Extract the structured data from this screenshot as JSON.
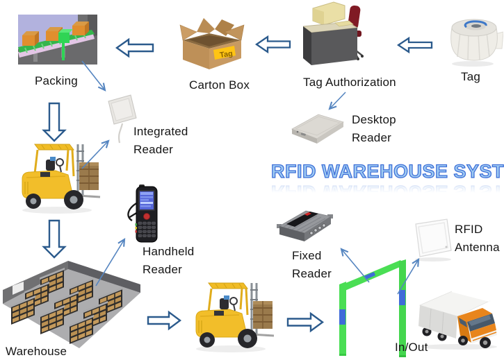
{
  "title": {
    "text": "RFID WAREHOUSE SYSTEM"
  },
  "nodes": {
    "tag": {
      "label": "Tag"
    },
    "tag_authorization": {
      "label": "Tag Authorization"
    },
    "carton_box": {
      "label": "Carton Box",
      "box_tag_text": "Tag"
    },
    "packing": {
      "label": "Packing"
    },
    "desktop_reader": {
      "label": "Desktop Reader"
    },
    "integrated_reader": {
      "label": "Integrated Reader"
    },
    "handheld_reader": {
      "label": "Handheld Reader"
    },
    "warehouse": {
      "label": "Warehouse"
    },
    "fixed_reader": {
      "label": "Fixed Reader"
    },
    "rfid_antenna": {
      "label": "RFID Antenna"
    },
    "in_out": {
      "label": "In/Out"
    }
  },
  "colors": {
    "background": "#FFFFFF",
    "title_fill": "#9FCBF2",
    "title_outline": "#3E6FD8",
    "block_arrow_fill": "#FFFFFF",
    "block_arrow_outline": "#2B5A8C",
    "thin_arrow": "#5585C0",
    "gate_green": "#4ADE54",
    "gate_antenna_blue": "#3F6BD8",
    "forklift_yellow": "#F2BE2A",
    "carton_tag_yellow": "#FFC413"
  }
}
